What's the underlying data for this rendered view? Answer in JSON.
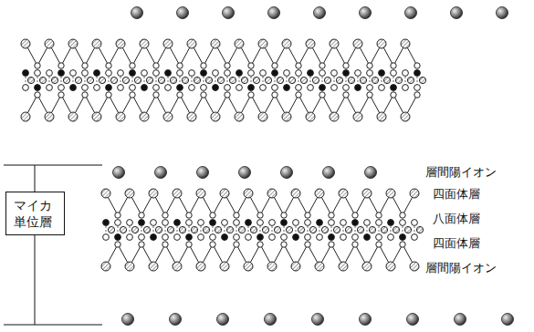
{
  "diagram": {
    "nodes": [
      {
        "text": [
          "マイカ 単位層"
        ]
      }
    ],
    "labels": [
      "層間陽イオン",
      "四面体層",
      "八面体層",
      "四面体層",
      "層間陽イオン"
    ]
  }
}
